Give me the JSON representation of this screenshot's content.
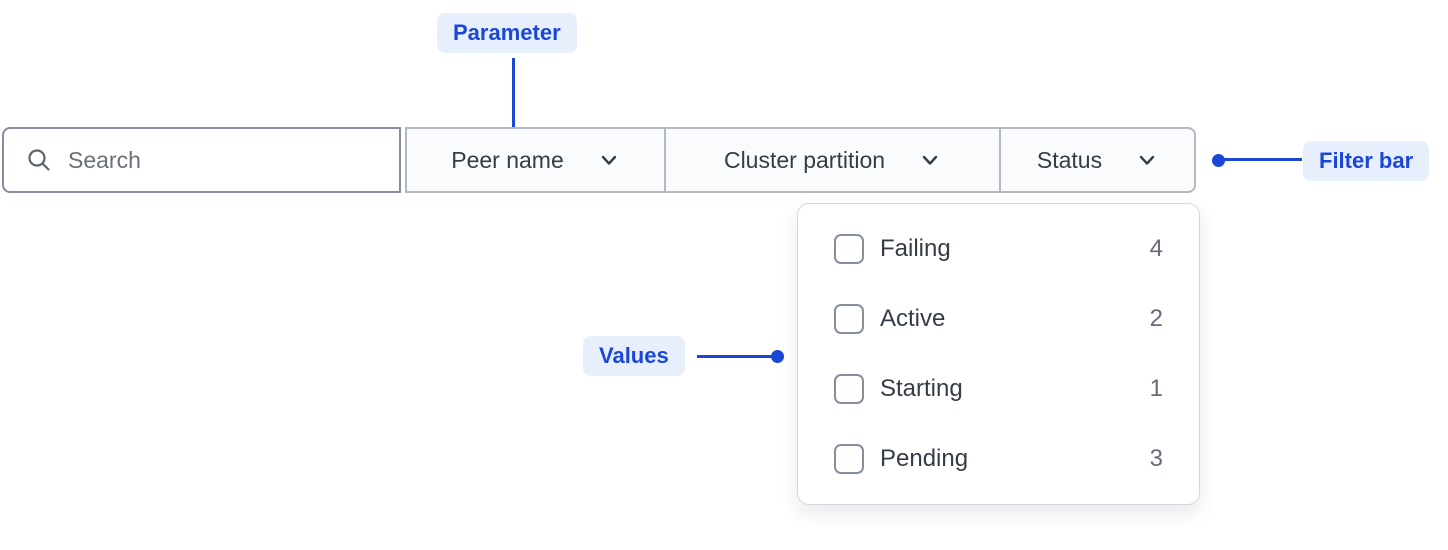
{
  "colors": {
    "accent": "#1b47d7",
    "badge_bg": "#e8effc",
    "page_bg": "#ffffff"
  },
  "annotations": {
    "parameter_label": "Parameter",
    "filter_bar_label": "Filter bar",
    "values_label": "Values"
  },
  "filter_bar": {
    "search": {
      "placeholder": "Search",
      "value": ""
    },
    "dropdowns": [
      {
        "label": "Peer name"
      },
      {
        "label": "Cluster partition"
      },
      {
        "label": "Status"
      }
    ]
  },
  "status_menu": {
    "options": [
      {
        "label": "Failing",
        "count": "4",
        "checked": false
      },
      {
        "label": "Active",
        "count": "2",
        "checked": false
      },
      {
        "label": "Starting",
        "count": "1",
        "checked": false
      },
      {
        "label": "Pending",
        "count": "3",
        "checked": false
      }
    ]
  }
}
